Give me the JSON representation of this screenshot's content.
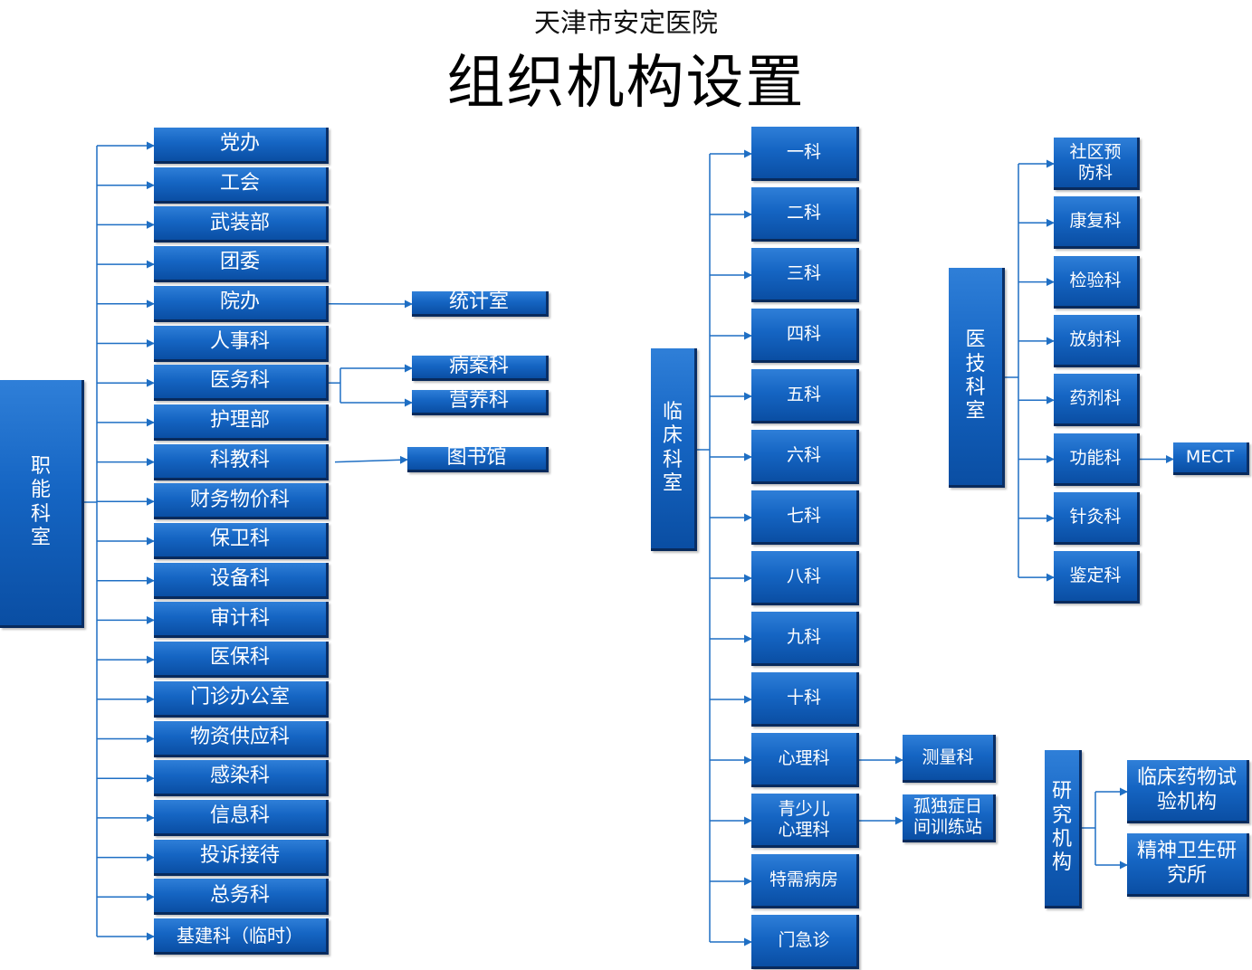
{
  "title": {
    "subtitle": "天津市安定医院",
    "main": "组织机构设置"
  },
  "functional": {
    "label": "职能科室",
    "items": [
      "党办",
      "工会",
      "武装部",
      "团委",
      "院办",
      "人事科",
      "医务科",
      "护理部",
      "科教科",
      "财务物价科",
      "保卫科",
      "设备科",
      "审计科",
      "医保科",
      "门诊办公室",
      "物资供应科",
      "感染科",
      "信息科",
      "投诉接待",
      "总务科",
      "基建科（临时）"
    ],
    "sub": {
      "yuanban": [
        "统计室"
      ],
      "yiwu": [
        "病案科",
        "营养科"
      ],
      "kejiao": [
        "图书馆"
      ]
    }
  },
  "clinical": {
    "label": "临床科室",
    "items": [
      "一科",
      "二科",
      "三科",
      "四科",
      "五科",
      "六科",
      "七科",
      "八科",
      "九科",
      "十科",
      "心理科",
      "青少儿\n心理科",
      "特需病房",
      "门急诊"
    ],
    "sub": {
      "xinli": [
        "测量科"
      ],
      "qingshaoer": [
        "孤独症日\n间训练站"
      ]
    }
  },
  "medtech": {
    "label": "医技科室",
    "items": [
      "社区预\n防科",
      "康复科",
      "检验科",
      "放射科",
      "药剂科",
      "功能科",
      "针灸科",
      "鉴定科"
    ],
    "sub": {
      "gongneng": [
        "MECT"
      ]
    }
  },
  "research": {
    "label": "研究机构",
    "items": [
      "临床药物试\n验机构",
      "精神卫生研\n究所"
    ]
  },
  "colors": {
    "box": "#1565c3",
    "line": "#1f6fc4"
  }
}
